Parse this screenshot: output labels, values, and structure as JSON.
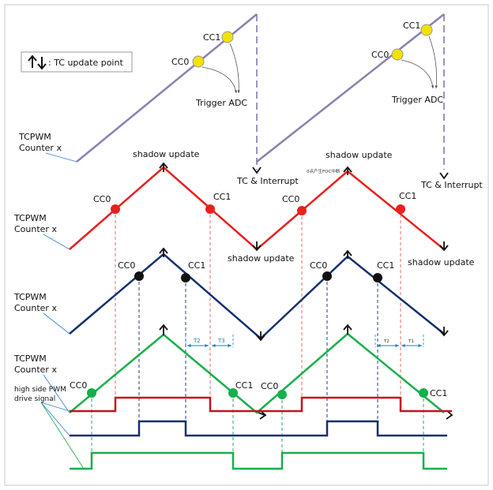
{
  "legend": {
    "text": ": TC update point"
  },
  "labels": {
    "cc0": "CC0",
    "cc1": "CC1",
    "trigger_adc": "Trigger ADC",
    "tc_interrupt": "TC & Interrupt",
    "shadow_update": "shadow update",
    "counter_line1": "TCPWM",
    "counter_line2": "Counter x",
    "pwm_line1": "high side PWM",
    "pwm_line2": "drive signal",
    "t2": "T2",
    "t3": "T3",
    "t2_small": "T2",
    "t1_small": "T1",
    "foc_note": "0点产生FOC中断"
  },
  "colors": {
    "sawtooth": "#8c7fb0",
    "red": "#e8201e",
    "navy": "#14306e",
    "green": "#14b04a",
    "yellow": "#f2e200",
    "dash_purple": "#7f6fad",
    "dash_red": "#e86a6a",
    "dash_navy": "#27407a",
    "dash_green": "#2aa47a",
    "callout": "#1a7fc4",
    "frame": "#c8c8c8"
  },
  "icons": [
    "up-down-arrows-icon",
    "up-arrow-icon",
    "down-arrow-icon"
  ]
}
